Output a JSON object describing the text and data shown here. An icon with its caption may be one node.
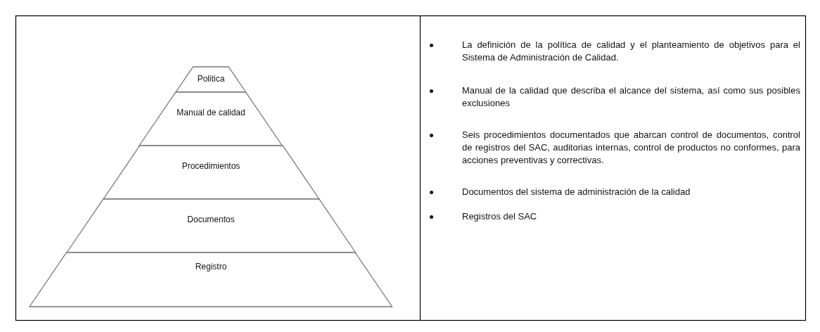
{
  "diagram": {
    "nodes": [
      {
        "text": [
          "Politica"
        ]
      },
      {
        "text": [
          "Manual de calidad"
        ]
      },
      {
        "text": [
          "Procedimientos"
        ]
      },
      {
        "text": [
          "Documentos"
        ]
      },
      {
        "text": [
          "Registro"
        ]
      }
    ],
    "labels": [
      "La definición de la política de calidad y el planteamiento de objetivos para el Sistema de Administración de Calidad.",
      "Manual de la calidad que describa el alcance del sistema, así como sus posibles exclusiones",
      "Seis procedimientos documentados que abarcan control de documentos, control de registros del SAC, auditorias internas, control de productos no conformes, para acciones preventivas y correctivas.",
      "Documentos del sistema de administración de la calidad",
      "Registros del SAC"
    ]
  }
}
